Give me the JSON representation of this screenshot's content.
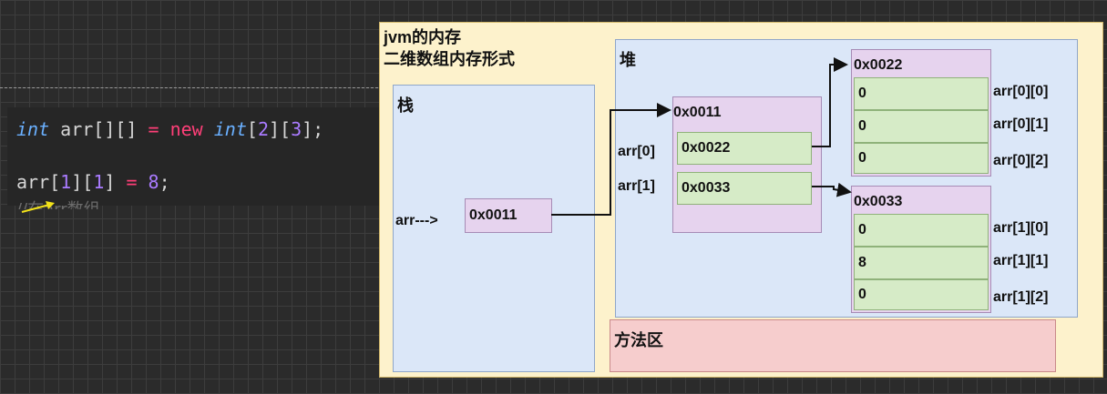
{
  "code": {
    "line1": {
      "type1": "int",
      "t1": " arr[][] ",
      "eq": "=",
      "t2": " ",
      "kw_new": "new",
      "t3": " ",
      "type2": "int",
      "b1": "[",
      "n1": "2",
      "b2": "][",
      "n2": "3",
      "b3": "];"
    },
    "line2": {
      "a": "arr[",
      "n1": "1",
      "b": "][",
      "n2": "1",
      "c": "] ",
      "eq": "=",
      "d": " ",
      "n3": "8",
      "e": ";"
    },
    "comment": "//在arr数组"
  },
  "diagram": {
    "title_line1": "jvm的内存",
    "title_line2": "二维数组内存形式",
    "stack_label": "栈",
    "heap_label": "堆",
    "method_area_label": "方法区",
    "stack_var_label": "arr--->",
    "stack_var_value": "0x0011",
    "outer_array": {
      "address": "0x0011",
      "elements": [
        {
          "label": "arr[0]",
          "value": "0x0022"
        },
        {
          "label": "arr[1]",
          "value": "0x0033"
        }
      ]
    },
    "row0": {
      "address": "0x0022",
      "values": [
        "0",
        "0",
        "0"
      ],
      "labels": [
        "arr[0][0]",
        "arr[0][1]",
        "arr[0][2]"
      ]
    },
    "row1": {
      "address": "0x0033",
      "values": [
        "0",
        "8",
        "0"
      ],
      "labels": [
        "arr[1][0]",
        "arr[1][1]",
        "arr[1][2]"
      ]
    },
    "colors": {
      "jvm_bg": "#fdf2cc",
      "region_bg": "#dbe7f8",
      "method_bg": "#f6cdcd",
      "block_purple": "#e6d3ee",
      "cell_green": "#d6ebc7"
    }
  }
}
